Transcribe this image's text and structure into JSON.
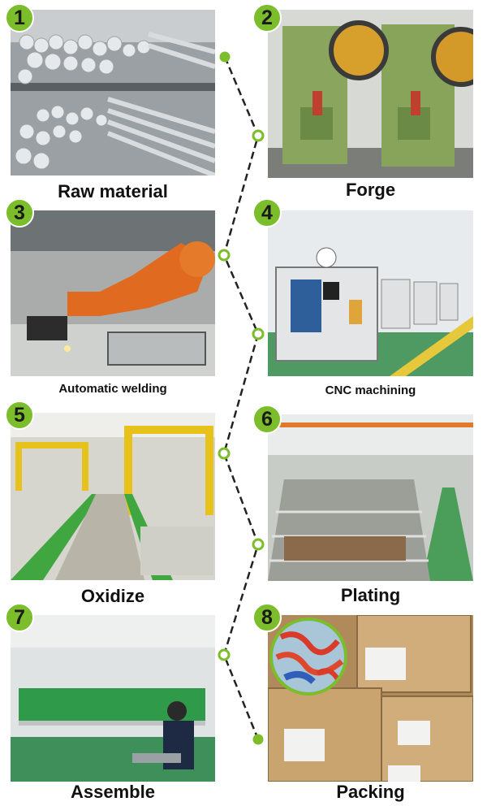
{
  "steps": [
    {
      "number": "1",
      "label": "Raw material"
    },
    {
      "number": "2",
      "label": "Forge"
    },
    {
      "number": "3",
      "label": "Automatic welding"
    },
    {
      "number": "4",
      "label": "CNC machining"
    },
    {
      "number": "5",
      "label": "Oxidize"
    },
    {
      "number": "6",
      "label": "Plating"
    },
    {
      "number": "7",
      "label": "Assemble"
    },
    {
      "number": "8",
      "label": "Packing"
    }
  ],
  "colors": {
    "accent": "#7bbd2a",
    "connector_line": "#222222",
    "text": "#111111"
  }
}
